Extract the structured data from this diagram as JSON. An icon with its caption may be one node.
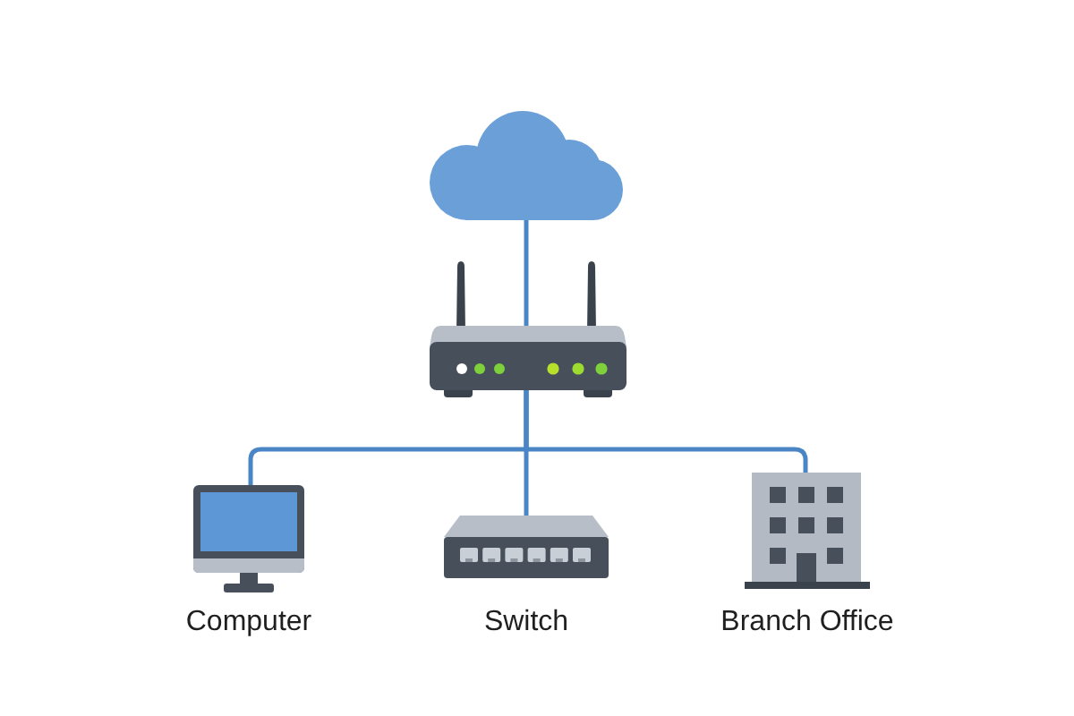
{
  "diagram": {
    "nodes": [
      {
        "text": [],
        "shape": "cloud"
      },
      {
        "text": [],
        "shape": "picture"
      },
      {
        "text": [
          "Computer"
        ]
      },
      {
        "text": [
          "Switch"
        ]
      },
      {
        "text": [
          "Branch Office"
        ]
      }
    ],
    "edges": [
      {
        "from": 0,
        "to": 1,
        "arrow": "none"
      },
      {
        "from": 1,
        "to": 2,
        "arrow": "none"
      },
      {
        "from": 1,
        "to": 3,
        "arrow": "none"
      },
      {
        "from": 1,
        "to": 4,
        "arrow": "none"
      }
    ]
  }
}
